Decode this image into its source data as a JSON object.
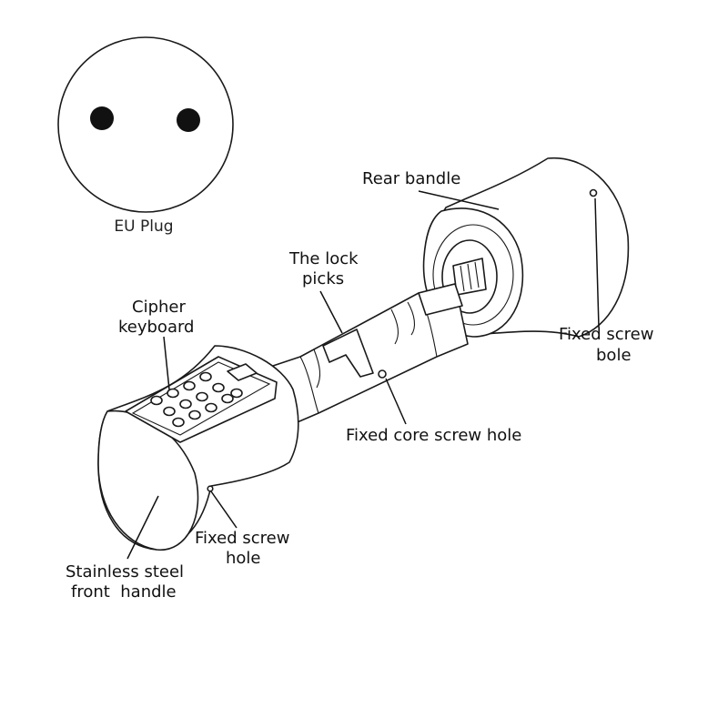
{
  "plug": {
    "label": "EU Plug"
  },
  "labels": {
    "rear_handle": "Rear bandle",
    "lock_picks_1": "The lock",
    "lock_picks_2": "picks",
    "cipher_1": "Cipher",
    "cipher_2": "keyboard",
    "fixed_screw_bole_1": "Fixed screw",
    "fixed_screw_bole_2": "bole",
    "fixed_core": "Fixed core screw hole",
    "fixed_screw_hole_1": "Fixed screw",
    "fixed_screw_hole_2": "hole",
    "front_handle_1": "Stainless steel",
    "front_handle_2": "front  handle"
  },
  "colors": {
    "line": "#1a1a1a",
    "background": "#ffffff",
    "keypad_dark": "#1a1a1a"
  }
}
